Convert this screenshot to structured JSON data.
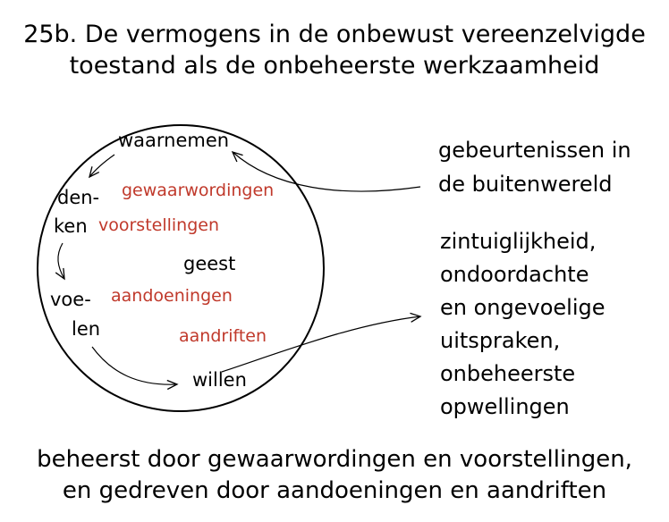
{
  "title": {
    "line1": "25b. De vermogens in de onbewust vereenzelvigde",
    "line2": "toestand als de onbeheerste werkzaamheid"
  },
  "circle": {
    "waarnemen": "waarnemen",
    "denken_1": "den-",
    "denken_2": "ken",
    "voelen_1": "voe-",
    "voelen_2": "len",
    "willen": "willen",
    "geest": "geest",
    "gewaarwordingen": "gewaarwordingen",
    "voorstellingen": "voorstellingen",
    "aandoeningen": "aandoeningen",
    "aandriften": "aandriften"
  },
  "outer_world": {
    "lines": [
      "gebeurtenissen in",
      "de buitenwereld"
    ]
  },
  "outputs": {
    "lines": [
      "zintuiglijkheid,",
      "ondoordachte",
      "en ongevoelige",
      "uitspraken,",
      "onbeheerste",
      "opwellingen"
    ]
  },
  "footer": {
    "line1": "beheerst door gewaarwordingen en voorstellingen,",
    "line2": "en gedreven door aandoeningen en aandriften"
  },
  "colors": {
    "ink": "#000000",
    "accent_red": "#c0392b"
  }
}
